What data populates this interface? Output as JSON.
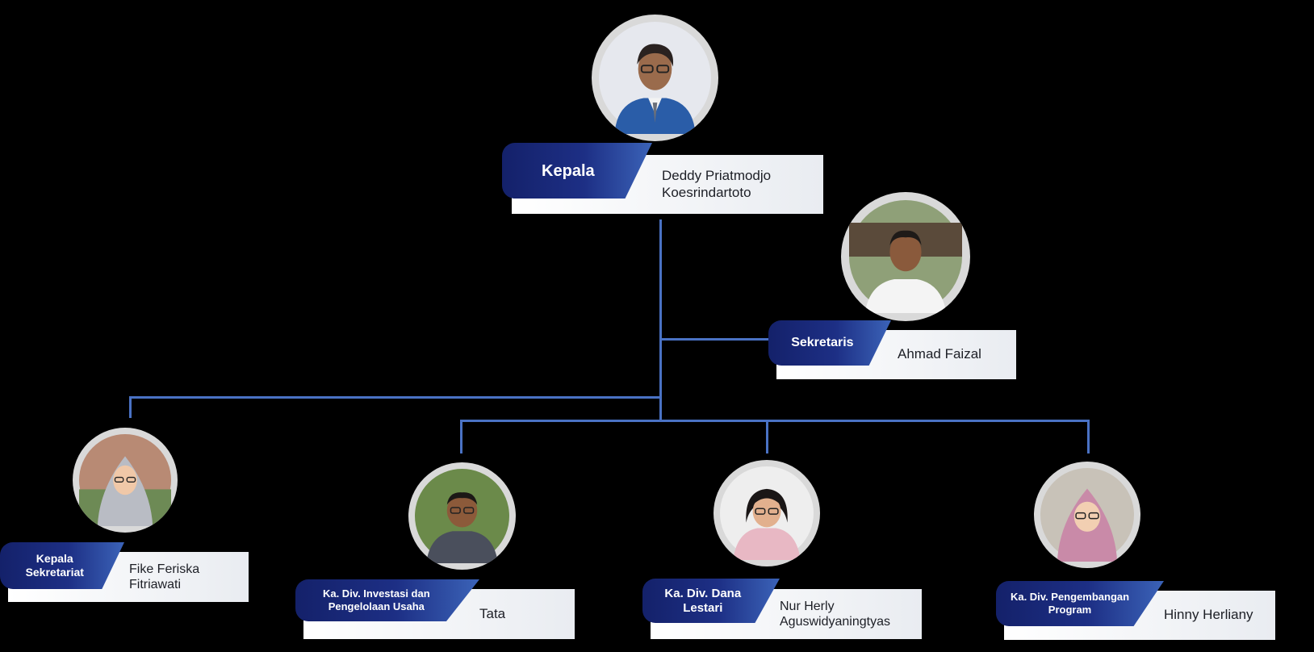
{
  "colors": {
    "background": "#000000",
    "connector": "#4a72c4",
    "role_dark": "#14216a",
    "role_light": "#3b63b8"
  },
  "head": {
    "role": "Kepala",
    "name": "Deddy Priatmodjo\nKoesrindartoto",
    "photo": "portrait-man-glasses-blue-suit"
  },
  "secretary": {
    "role": "Sekretaris",
    "name": "Ahmad Faizal",
    "photo": "portrait-man-white-shirt"
  },
  "secretariat_head": {
    "role": "Kepala\nSekretariat",
    "name": "Fike Feriska\nFitriawati",
    "photo": "portrait-woman-hijab-grey"
  },
  "divisions": [
    {
      "role": "Ka. Div. Investasi dan\nPengelolaan Usaha",
      "name": "Tata",
      "photo": "portrait-man-glasses-batik"
    },
    {
      "role": "Ka. Div. Dana\nLestari",
      "name": "Nur Herly\nAguswidyaningtyas",
      "photo": "portrait-woman-glasses-pink"
    },
    {
      "role": "Ka. Div. Pengembangan\nProgram",
      "name": "Hinny Herliany",
      "photo": "portrait-woman-hijab-glasses"
    }
  ]
}
